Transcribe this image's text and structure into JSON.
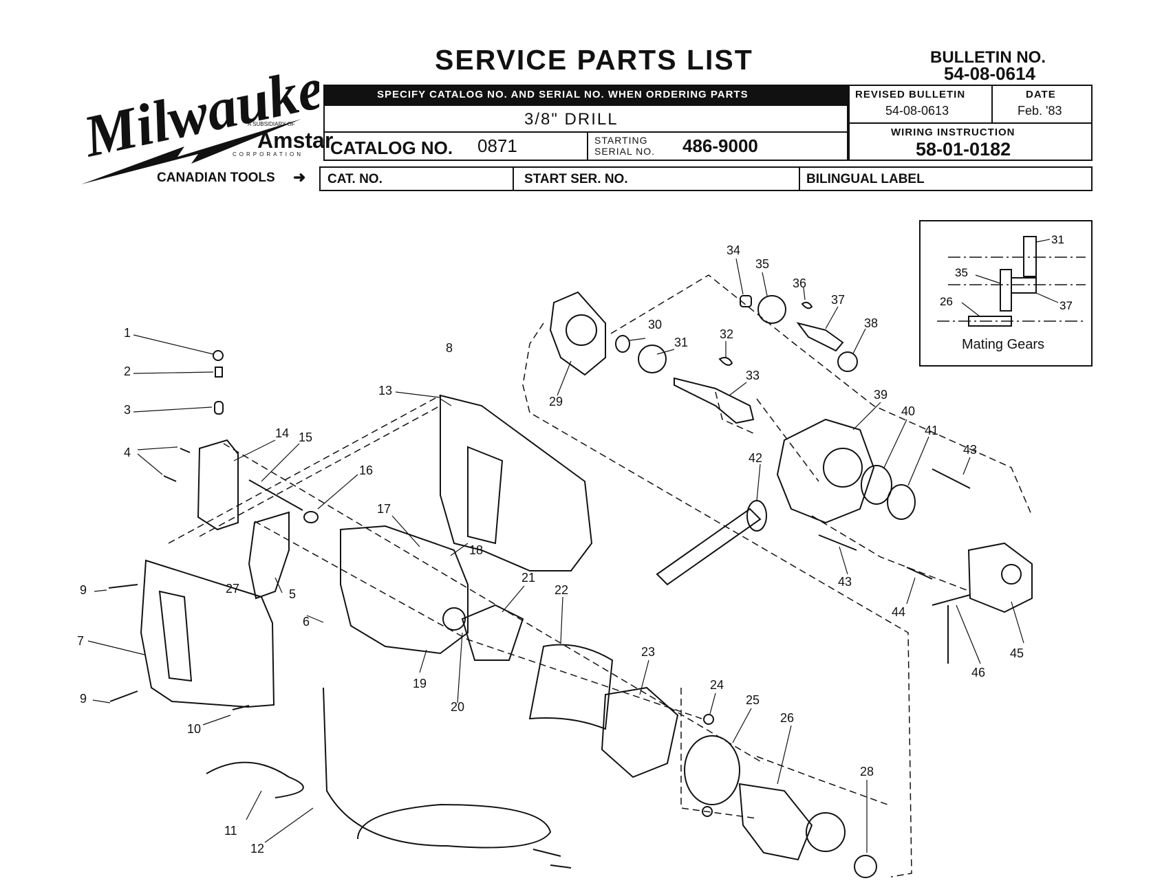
{
  "brand": {
    "wordmark": "Milwaukee",
    "subsidiary_text": "A SUBSIDIARY OF",
    "parent_name": "Amstar",
    "parent_corp": "CORPORATION"
  },
  "header": {
    "title": "SERVICE PARTS LIST",
    "bulletin_label": "BULLETIN NO.",
    "bulletin_number": "54-08-0614",
    "order_notice": "SPECIFY CATALOG NO. AND SERIAL NO. WHEN ORDERING PARTS",
    "product": "3/8\" DRILL",
    "catalog_label": "CATALOG NO.",
    "catalog_number": "0871",
    "starting_label_1": "STARTING",
    "starting_label_2": "SERIAL NO.",
    "serial_number": "486-9000",
    "revised_label": "REVISED BULLETIN",
    "revised_number": "54-08-0613",
    "date_label": "DATE",
    "date_value": "Feb. '83",
    "wiring_label": "WIRING INSTRUCTION",
    "wiring_number": "58-01-0182",
    "canadian_label": "CANADIAN TOOLS",
    "cat_no_label": "CAT. NO.",
    "start_ser_label": "START SER. NO.",
    "bilingual_label": "BILINGUAL LABEL"
  },
  "inset": {
    "title": "Mating Gears",
    "callouts": [
      "31",
      "35",
      "37",
      "26"
    ]
  },
  "part_numbers": [
    "1",
    "2",
    "3",
    "4",
    "5",
    "6",
    "7",
    "8",
    "9",
    "9",
    "10",
    "11",
    "12",
    "13",
    "14",
    "15",
    "16",
    "17",
    "18",
    "19",
    "20",
    "21",
    "22",
    "23",
    "24",
    "25",
    "26",
    "27",
    "28",
    "29",
    "30",
    "31",
    "32",
    "33",
    "34",
    "35",
    "36",
    "37",
    "38",
    "39",
    "40",
    "41",
    "42",
    "43",
    "43",
    "44",
    "45",
    "46"
  ]
}
